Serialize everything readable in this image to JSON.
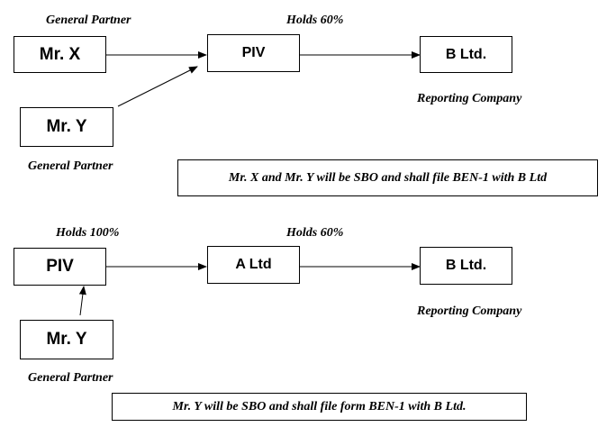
{
  "diagram_top": {
    "mr_x": {
      "label": "Mr. X",
      "role": "General Partner"
    },
    "mr_y": {
      "label": "Mr. Y",
      "role": "General Partner"
    },
    "piv": {
      "label": "PIV"
    },
    "b_ltd": {
      "label": "B Ltd.",
      "caption": "Reporting Company"
    },
    "holding_label": "Holds 60%",
    "note": "Mr. X and Mr. Y will be SBO and shall file BEN-1 with B Ltd"
  },
  "diagram_bottom": {
    "piv": {
      "label": "PIV"
    },
    "mr_y": {
      "label": "Mr. Y",
      "role": "General Partner"
    },
    "a_ltd": {
      "label": "A Ltd"
    },
    "b_ltd": {
      "label": "B Ltd.",
      "caption": "Reporting Company"
    },
    "holding_label_1": "Holds 100%",
    "holding_label_2": "Holds 60%",
    "note": "Mr. Y will be SBO and shall file form BEN-1 with B Ltd."
  }
}
